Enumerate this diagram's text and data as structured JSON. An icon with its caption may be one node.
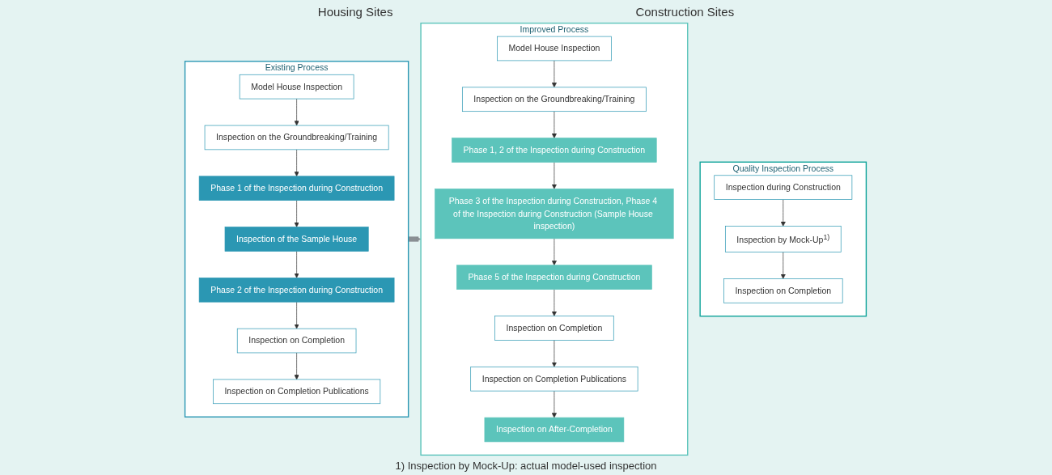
{
  "diagram": {
    "nodes": [
      {
        "text": [
          "Existing Process"
        ]
      },
      {
        "text": [
          "Model House Inspection"
        ],
        "in": 0
      },
      {
        "text": [
          "Inspection on the Groundbreaking/Training"
        ],
        "in": 0
      },
      {
        "text": [
          "Phase 1 of the Inspection during Construction"
        ],
        "in": 0
      },
      {
        "text": [
          "Inspection of the Sample House"
        ],
        "in": 0
      },
      {
        "text": [
          "Phase 2 of the Inspection during Construction"
        ],
        "in": 0
      },
      {
        "text": [
          "Inspection on Completion"
        ],
        "in": 0
      },
      {
        "text": [
          "Inspection on Completion Publications"
        ],
        "in": 0
      },
      {
        "text": [
          "Improved Process"
        ]
      },
      {
        "text": [
          "Model House Inspection"
        ],
        "in": 8
      },
      {
        "text": [
          "Inspection on the Groundbreaking/Training"
        ],
        "in": 8
      },
      {
        "text": [
          "Phase 1, 2 of the Inspection during Construction"
        ],
        "in": 8
      },
      {
        "text": [
          "Phase 3 of the Inspection during Construction, Phase 4 of the Inspection during Construction (Sample House inspection)"
        ],
        "in": 8
      },
      {
        "text": [
          "Phase 5 of the Inspection during Construction"
        ],
        "in": 8
      },
      {
        "text": [
          "Inspection on Completion"
        ],
        "in": 8
      },
      {
        "text": [
          "Inspection on Completion Publications"
        ],
        "in": 8
      },
      {
        "text": [
          "Inspection on After-Completion"
        ],
        "in": 8
      },
      {
        "text": [
          "Quality Inspection Process"
        ]
      },
      {
        "text": [
          "Inspection during Construction"
        ],
        "in": 17
      },
      {
        "text": [
          "Inspection by Mock-Up$^{1)}$"
        ],
        "in": 17
      },
      {
        "text": [
          "Inspection on Completion"
        ],
        "in": 17
      }
    ],
    "edges": [
      {
        "from": 1,
        "to": 2,
        "arrow": "to"
      },
      {
        "from": 2,
        "to": 3,
        "arrow": "to"
      },
      {
        "from": 3,
        "to": 4,
        "arrow": "to"
      },
      {
        "from": 4,
        "to": 5,
        "arrow": "to"
      },
      {
        "from": 5,
        "to": 6,
        "arrow": "to"
      },
      {
        "from": 6,
        "to": 7,
        "arrow": "to"
      },
      {
        "from": 0,
        "to": 8,
        "arrow": "to",
        "style": "thick",
        "color": "#8a8f94"
      },
      {
        "from": 9,
        "to": 10,
        "arrow": "to"
      },
      {
        "from": 10,
        "to": 11,
        "arrow": "to"
      },
      {
        "from": 11,
        "to": 12,
        "arrow": "to"
      },
      {
        "from": 12,
        "to": 13,
        "arrow": "to"
      },
      {
        "from": 13,
        "to": 14,
        "arrow": "to"
      },
      {
        "from": 14,
        "to": 15,
        "arrow": "to"
      },
      {
        "from": 15,
        "to": 16,
        "arrow": "to"
      },
      {
        "from": 18,
        "to": 19,
        "arrow": "to"
      },
      {
        "from": 19,
        "to": 20,
        "arrow": "to"
      }
    ],
    "labels": [
      "Housing Sites",
      "Construction Sites",
      "1) Inspection by Mock-Up: actual model-used inspection"
    ]
  }
}
